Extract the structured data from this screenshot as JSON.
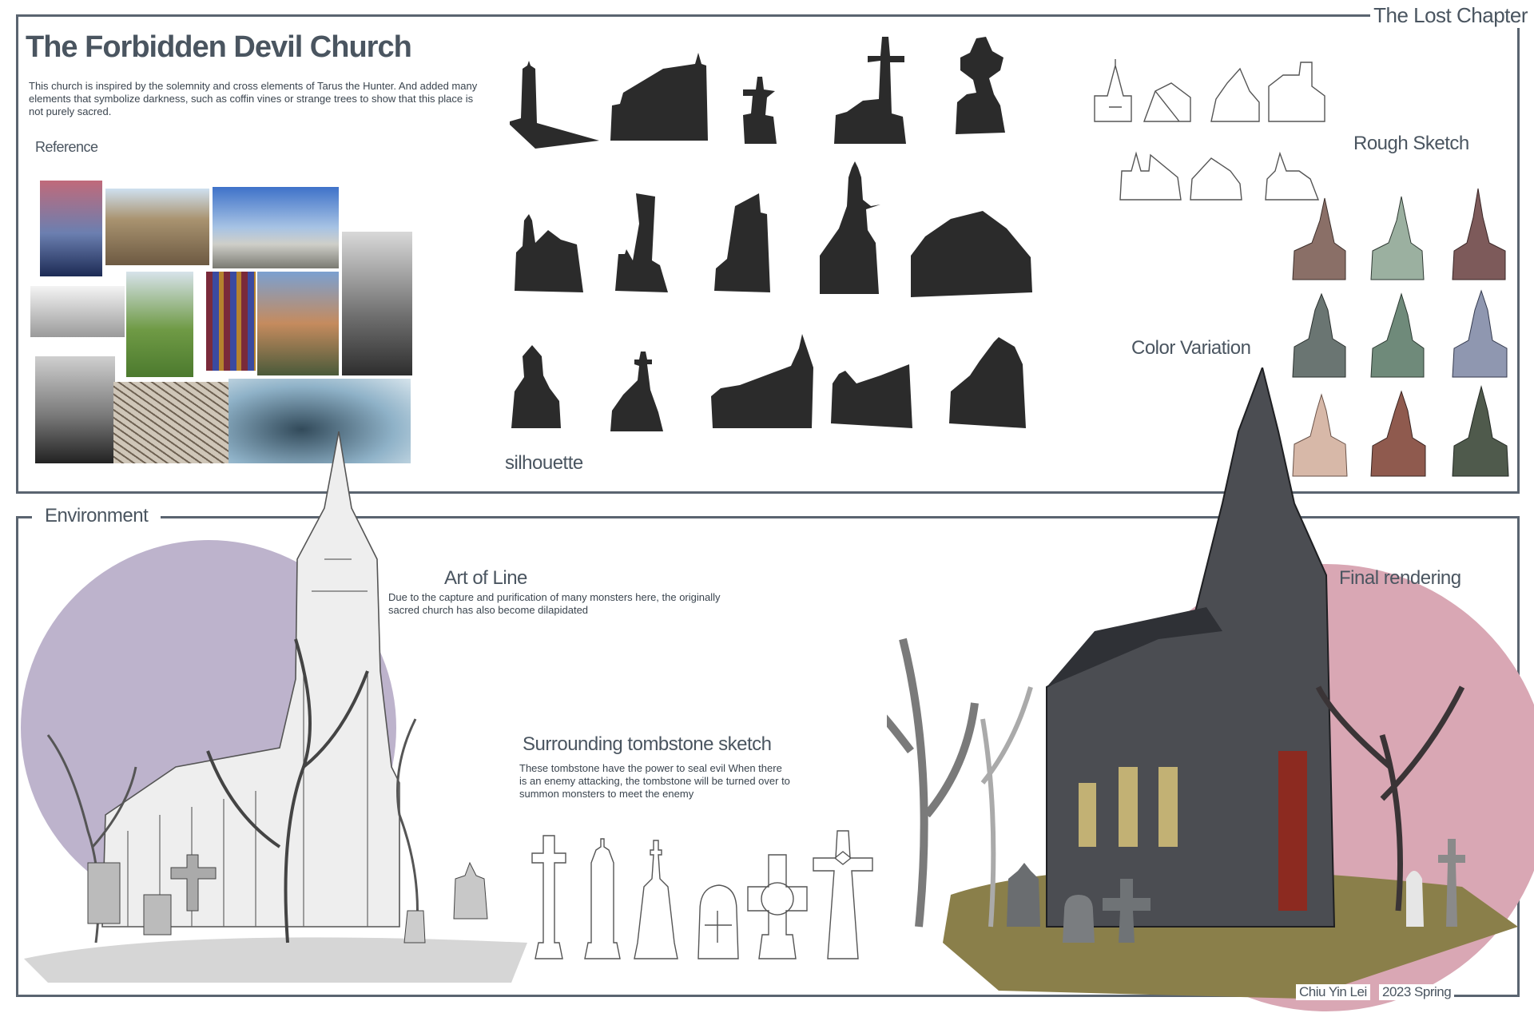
{
  "header": {
    "chapter": "The Lost Chapter",
    "title": "The Forbidden Devil Church",
    "description": "This church is inspired by the solemnity and cross elements of Tarus the Hunter. And added many elements that symbolize darkness, such as coffin vines or strange trees to show that this place is not purely sacred."
  },
  "labels": {
    "reference": "Reference",
    "silhouette": "silhouette",
    "rough_sketch": "Rough Sketch",
    "color_variation": "Color Variation",
    "environment": "Environment",
    "art_of_line": "Art of Line",
    "art_of_line_desc": "Due to the capture and purification of many monsters here, the originally sacred church has also become dilapidated",
    "tombstone_title": "Surrounding tombstone sketch",
    "tombstone_desc": "These tombstone have the power to seal evil  When there is an enemy attacking, the tombstone will be turned over to summon monsters to meet the enemy",
    "final_rendering": "Final rendering"
  },
  "credits": {
    "author": "Chiu Yin Lei",
    "term": "2023 Spring"
  },
  "colors": {
    "frame": "#5a6470",
    "text": "#4a5560",
    "silhouette": "#2b2b2b",
    "purple_circle": "#bdb3cc",
    "pink_circle": "#d9a7b4"
  }
}
